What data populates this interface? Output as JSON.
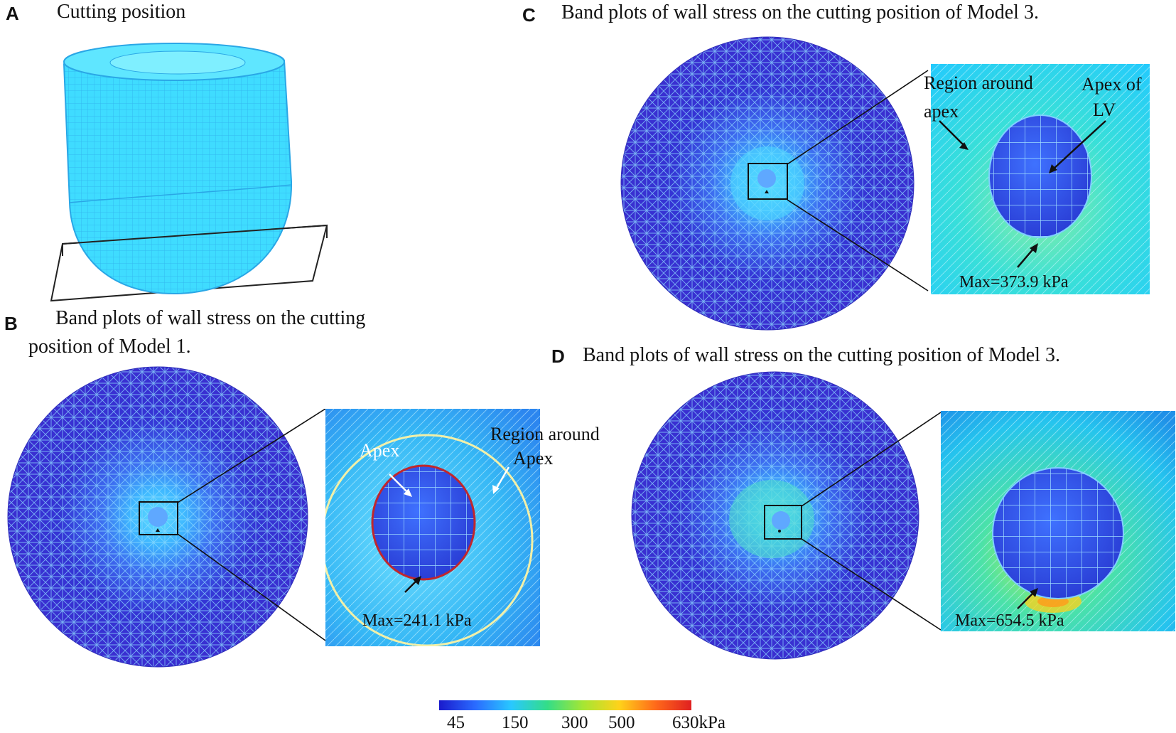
{
  "panels": {
    "A": {
      "letter": "A",
      "title": "Cutting position"
    },
    "B": {
      "letter": "B",
      "title_line1": "Band plots of wall stress on the cutting",
      "title_line2": "position  of Model 1.",
      "labels": {
        "apex": "Apex",
        "region_line1": "Region around",
        "region_line2": "Apex",
        "max": "Max=241.1  kPa"
      }
    },
    "C": {
      "letter": "C",
      "title": "Band plots  of wall stress on the cutting position  of Model 3.",
      "labels": {
        "region_line1": "Region  around",
        "region_line2": "apex",
        "apex_line1": "Apex of",
        "apex_line2": "LV",
        "max": "Max=373.9  kPa"
      }
    },
    "D": {
      "letter": "D",
      "title": "Band plots  of wall stress on the cutting position  of Model 3.",
      "labels": {
        "max": "Max=654.5  kPa"
      }
    }
  },
  "colorbar": {
    "ticks": [
      "45",
      "150",
      "300",
      "500",
      "630kPa"
    ],
    "colors": [
      "#1a1acc",
      "#2a6bff",
      "#29c8ff",
      "#33dd88",
      "#a6e633",
      "#ffd21a",
      "#ff6a1a",
      "#e02020"
    ]
  },
  "colors": {
    "mesh_base": "#3b3bd8",
    "mesh_line": "#7fd6ff",
    "heart": "#3fdcff",
    "red_outline": "#c0272d",
    "yellow_circle": "#f2f0a8"
  }
}
